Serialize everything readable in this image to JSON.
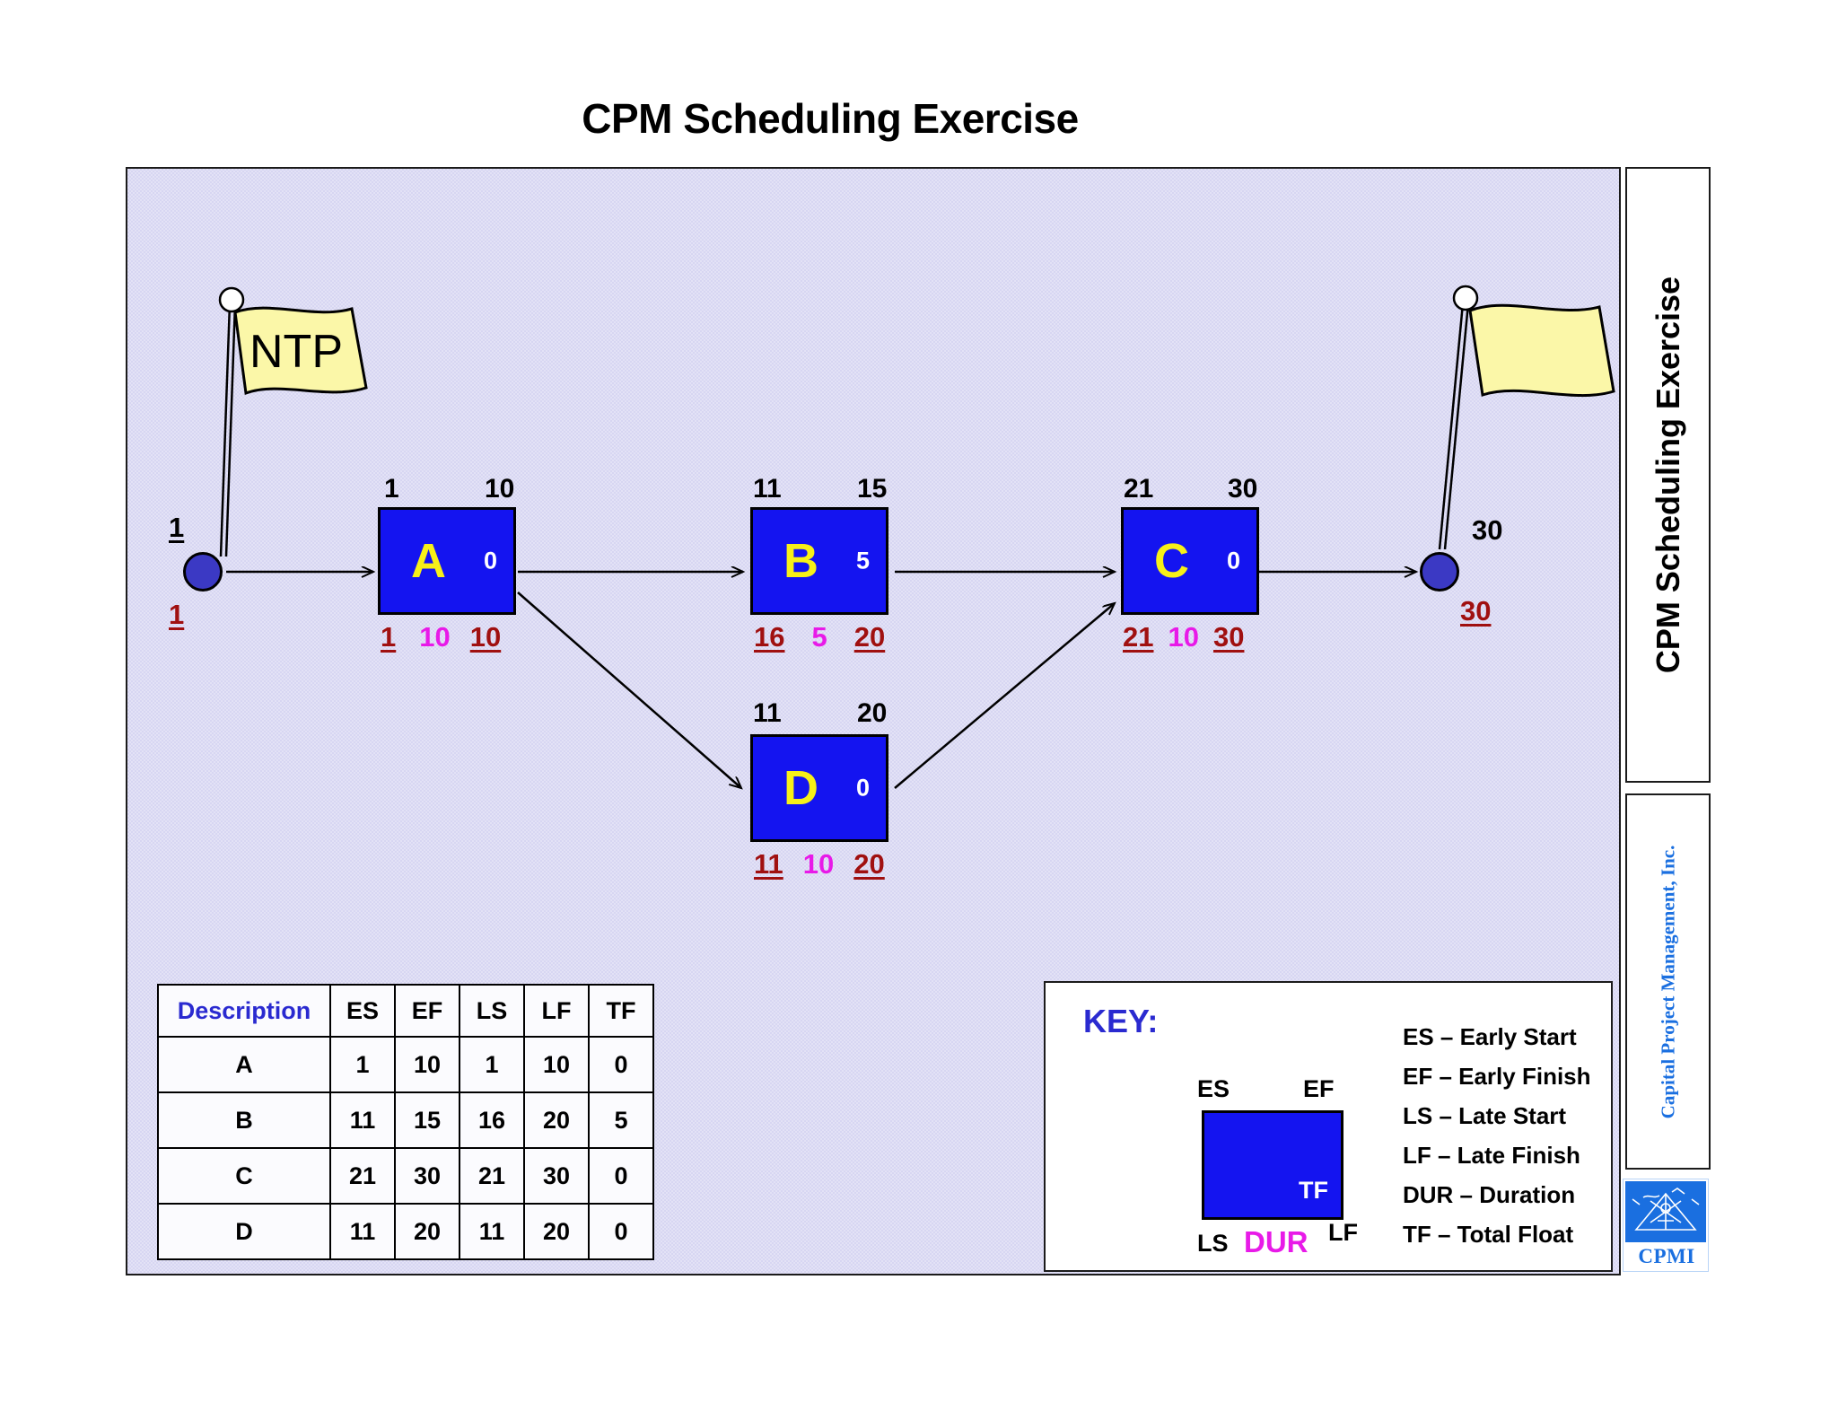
{
  "page": {
    "title": "CPM Scheduling Exercise"
  },
  "sidebar": {
    "title": "CPM Scheduling Exercise",
    "company": "Capital Project Management, Inc.",
    "logo_text": "CPMI",
    "logo_mark_name": "surveying-instruments-icon"
  },
  "colors": {
    "activity_fill": "#1414f0",
    "activity_letter": "#f7f018",
    "node_fill": "#3b39c4",
    "late_values": "#a01010",
    "duration": "#e81ae8",
    "accent_blue": "#2a2ad0",
    "flag_fill": "#fbf7a8",
    "canvas_bg": "#e3e2f6"
  },
  "start_node": {
    "name": "NTP",
    "flag_label": "NTP",
    "top_value": "1",
    "bottom_value": "1"
  },
  "end_node": {
    "flag_label": "",
    "top_value": "30",
    "bottom_value": "30"
  },
  "activities": [
    {
      "id": "A",
      "letter": "A",
      "es": "1",
      "ef": "10",
      "tf": "0",
      "ls": "1",
      "dur": "10",
      "lf": "10"
    },
    {
      "id": "B",
      "letter": "B",
      "es": "11",
      "ef": "15",
      "tf": "5",
      "ls": "16",
      "dur": "5",
      "lf": "20"
    },
    {
      "id": "C",
      "letter": "C",
      "es": "21",
      "ef": "30",
      "tf": "0",
      "ls": "21",
      "dur": "10",
      "lf": "30"
    },
    {
      "id": "D",
      "letter": "D",
      "es": "11",
      "ef": "20",
      "tf": "0",
      "ls": "11",
      "dur": "10",
      "lf": "20"
    }
  ],
  "table": {
    "headers": [
      "Description",
      "ES",
      "EF",
      "LS",
      "LF",
      "TF"
    ],
    "rows": [
      {
        "description": "A",
        "es": "1",
        "ef": "10",
        "ls": "1",
        "lf": "10",
        "tf": "0"
      },
      {
        "description": "B",
        "es": "11",
        "ef": "15",
        "ls": "16",
        "lf": "20",
        "tf": "5"
      },
      {
        "description": "C",
        "es": "21",
        "ef": "30",
        "ls": "21",
        "lf": "30",
        "tf": "0"
      },
      {
        "description": "D",
        "es": "11",
        "ef": "20",
        "ls": "11",
        "lf": "20",
        "tf": "0"
      }
    ]
  },
  "key": {
    "title": "KEY:",
    "corner_es": "ES",
    "corner_ef": "EF",
    "corner_ls": "LS",
    "corner_lf": "LF",
    "sample_tf": "TF",
    "sample_dur": "DUR",
    "legend": [
      "ES – Early Start",
      "EF – Early Finish",
      "LS – Late Start",
      "LF – Late Finish",
      "DUR – Duration",
      "TF – Total Float"
    ]
  }
}
